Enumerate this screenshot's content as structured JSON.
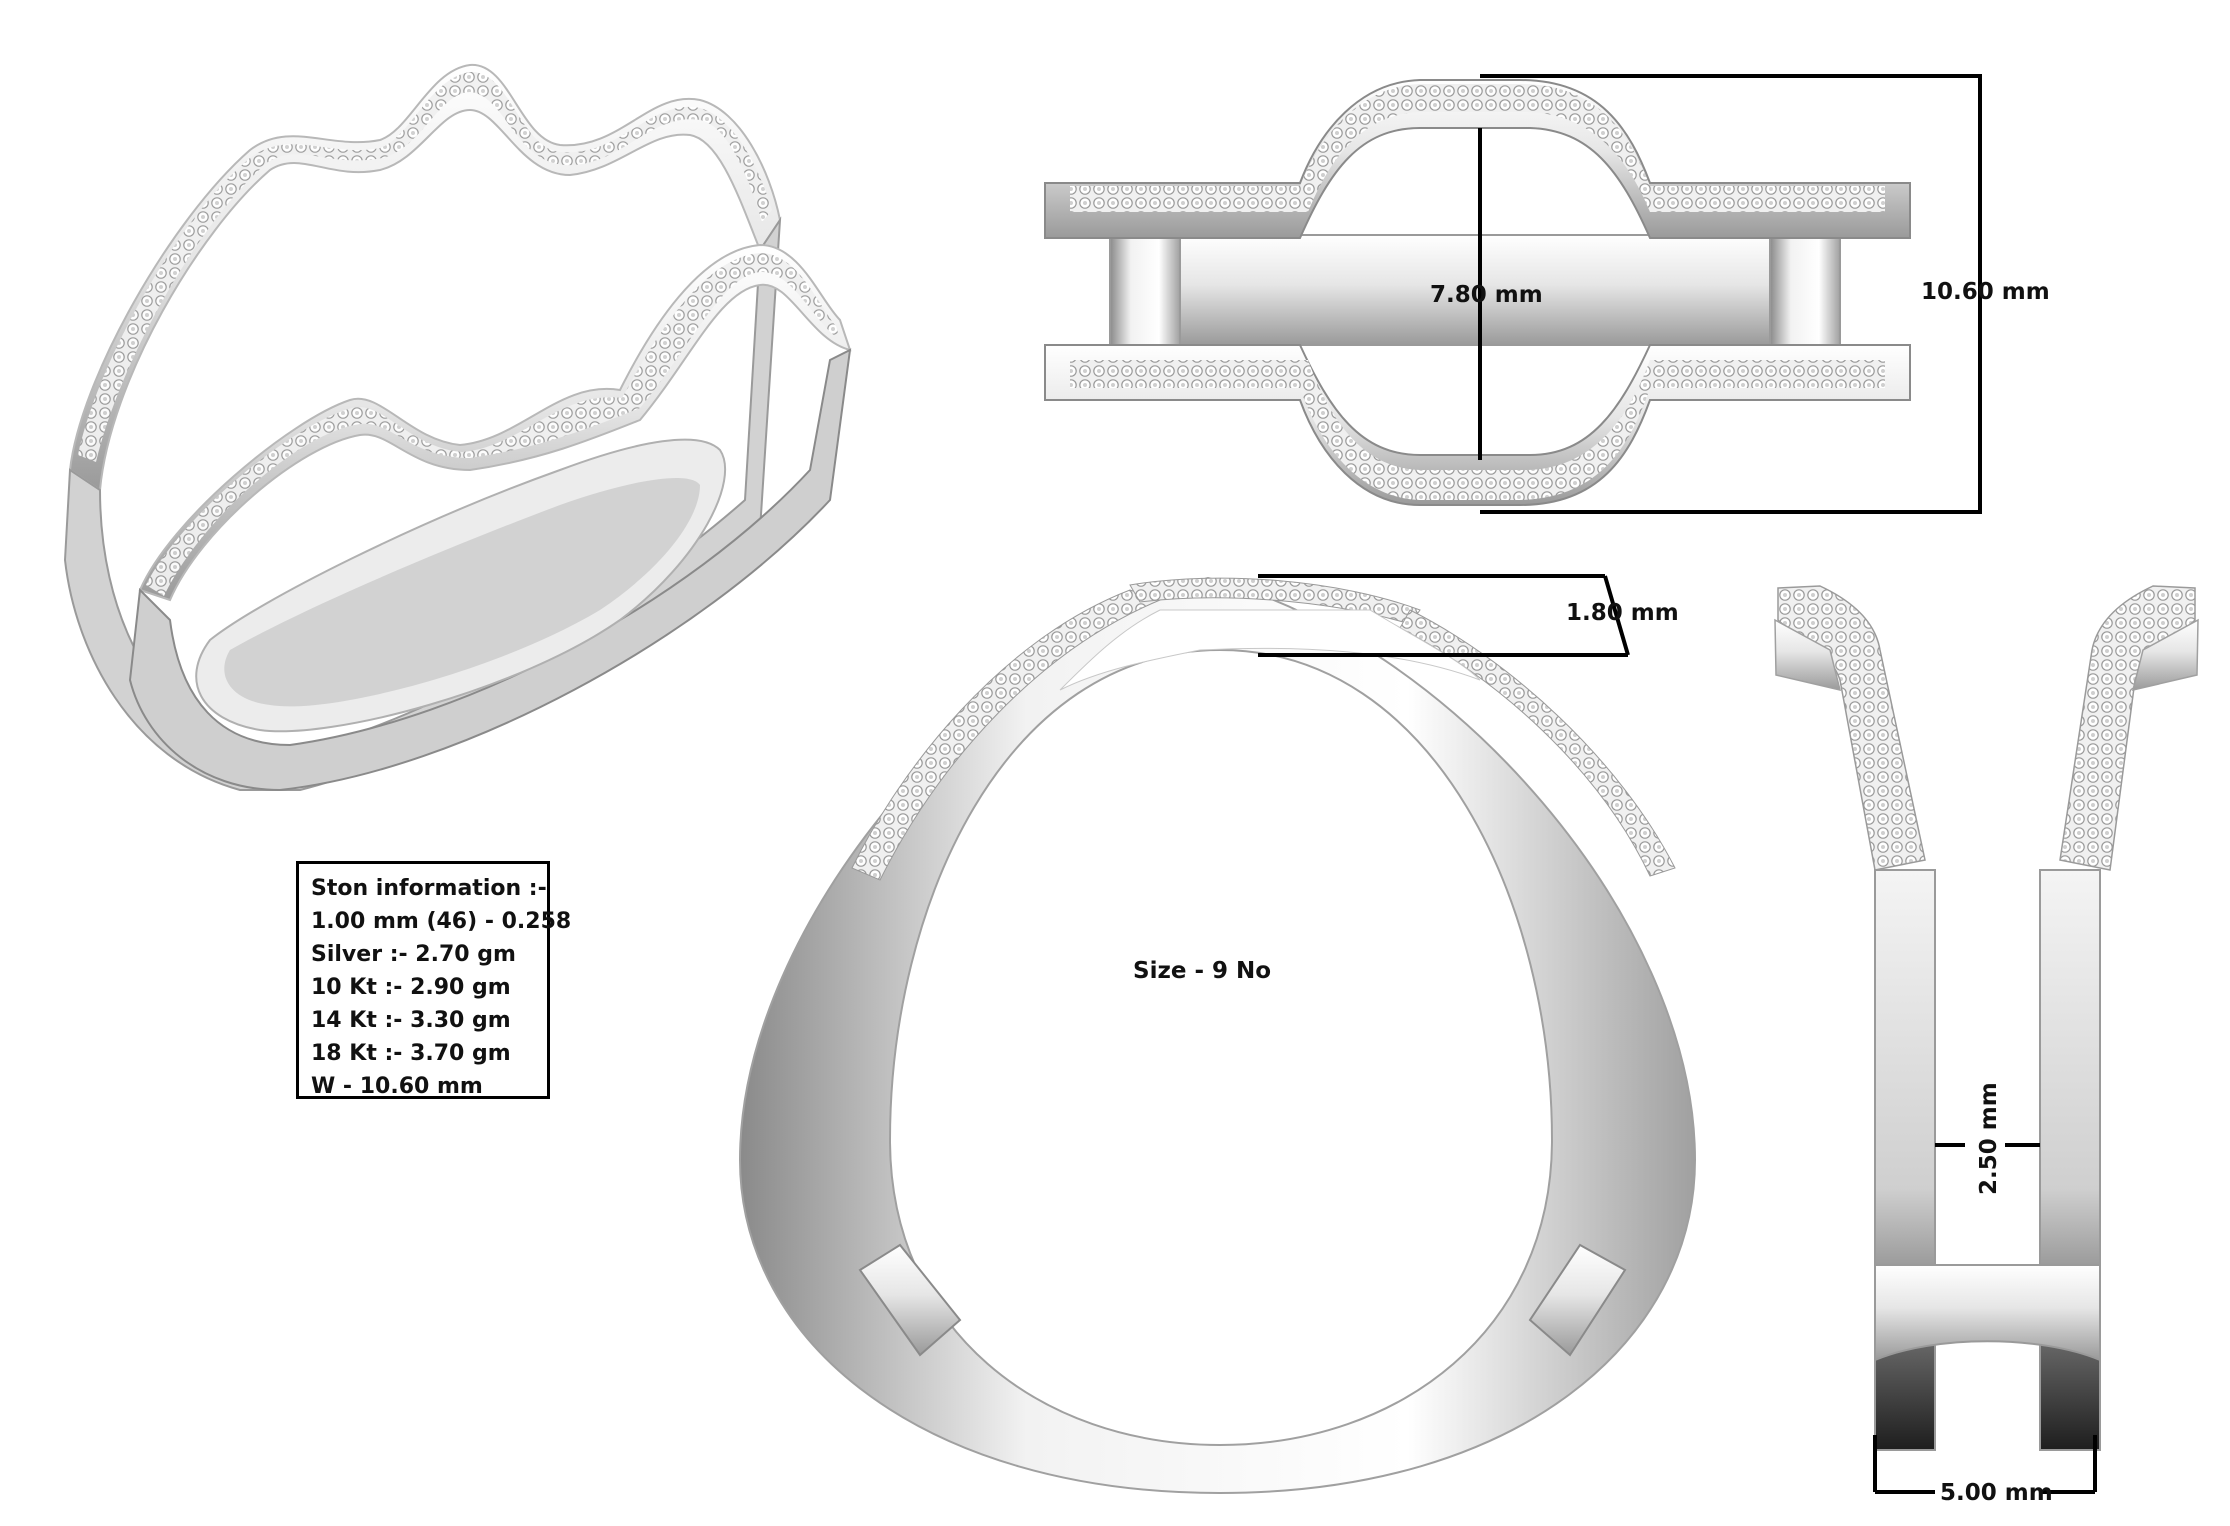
{
  "palette": {
    "metal_light": "#f7f7f7",
    "metal_mid": "#d8d8d8",
    "metal_dark": "#8c8c8c",
    "metal_deep": "#3a3a3a",
    "line": "#000000"
  },
  "dimensions": {
    "inner_height": "7.80 mm",
    "overall_width": "10.60 mm",
    "top_thickness": "1.80 mm",
    "band_thickness": "2.50 mm",
    "gap_width": "5.00 mm"
  },
  "ring_size": "Size - 9 No",
  "stone_info": {
    "title": "Ston information :-",
    "lines": [
      "1.00 mm (46) - 0.258",
      "Silver :- 2.70 gm",
      "10 Kt :- 2.90 gm",
      "14 Kt :- 3.30 gm",
      "18 Kt :- 3.70 gm",
      "W - 10.60 mm"
    ]
  },
  "views": {
    "perspective": "perspective-view",
    "top": "top-view",
    "front": "front-view",
    "side": "side-view"
  }
}
